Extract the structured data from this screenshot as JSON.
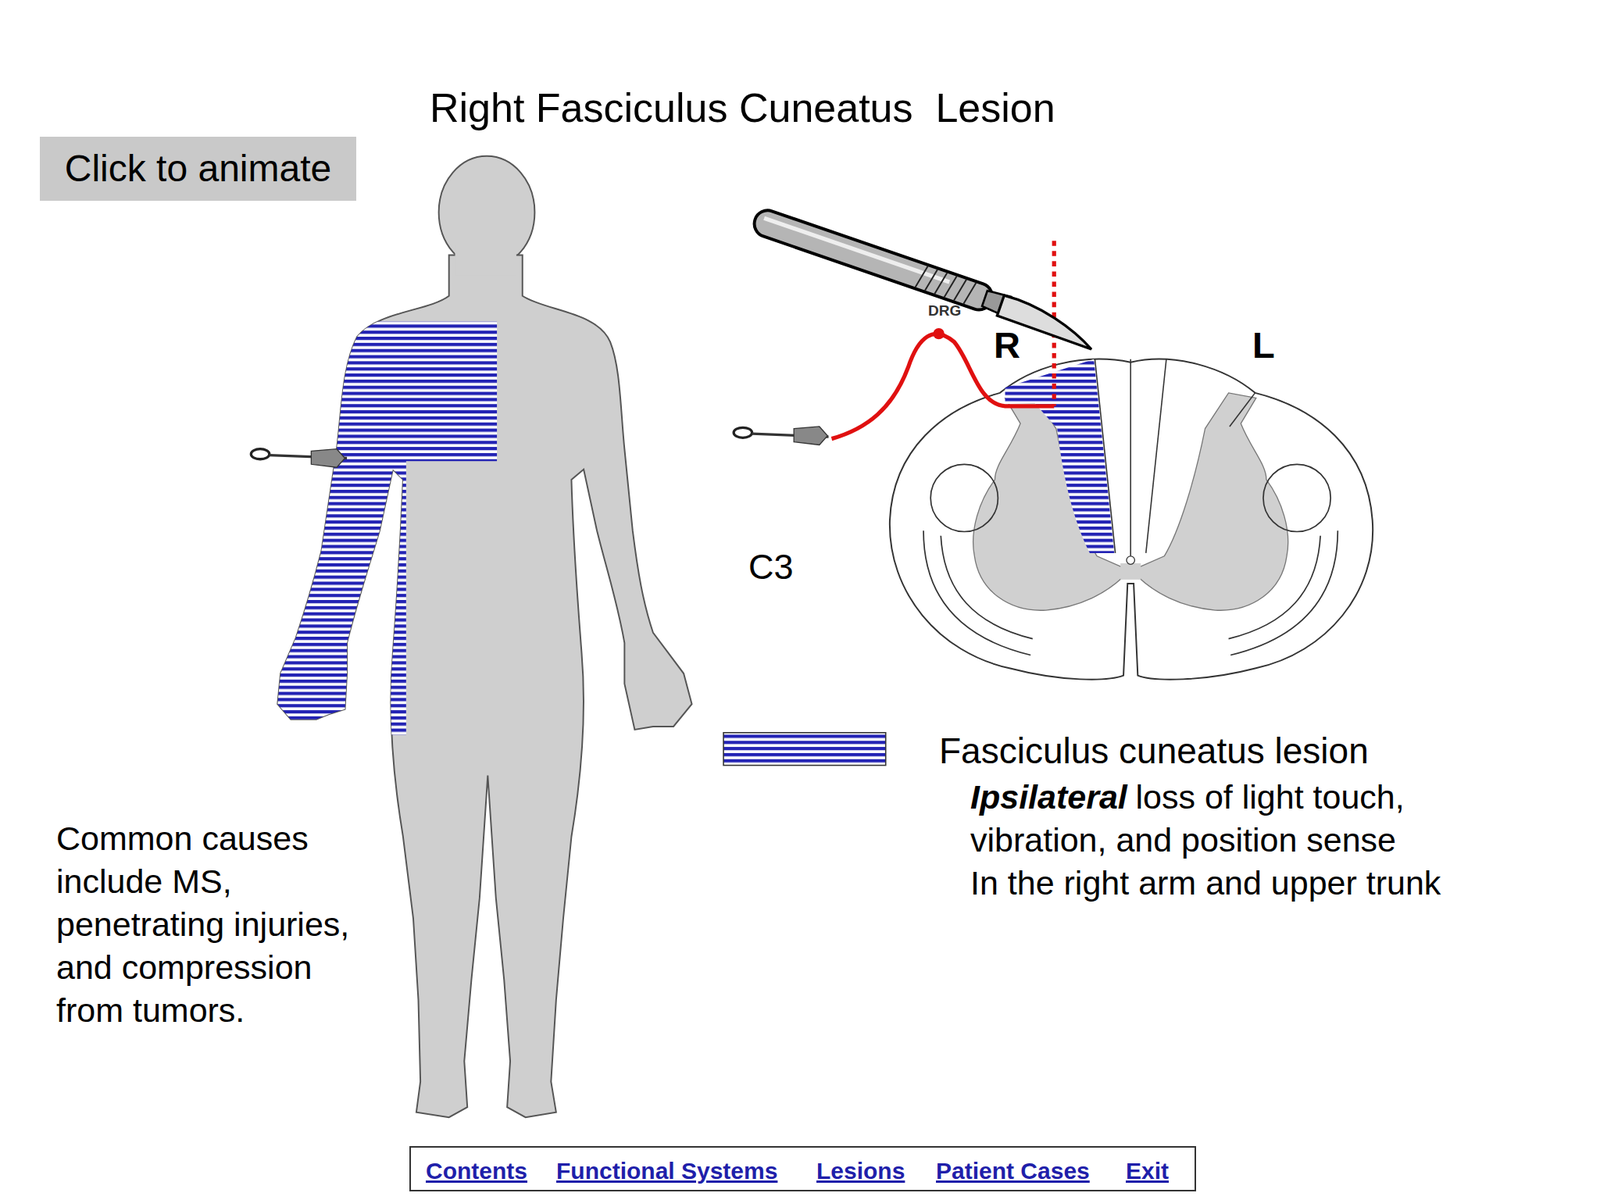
{
  "diagram": {
    "title": "Right Fasciculus Cuneatus  Lesion",
    "nodes": [
      {
        "text": [
          "Click to animate"
        ]
      },
      {
        "text": [
          "Contents",
          "Functional Systems",
          "Lesions",
          "Patient Cases",
          "Exit"
        ]
      }
    ],
    "edges": [],
    "labels": [
      "DRG",
      "R",
      "L",
      "C3",
      "Ipsilateral",
      "loss of light touch, vibration, and position sense",
      "In the right arm and upper trunk",
      "Common causes include MS, penetrating injuries, and compression from tumors."
    ],
    "legend": [
      {
        "text": "Fasciculus cuneatus lesion"
      }
    ]
  }
}
